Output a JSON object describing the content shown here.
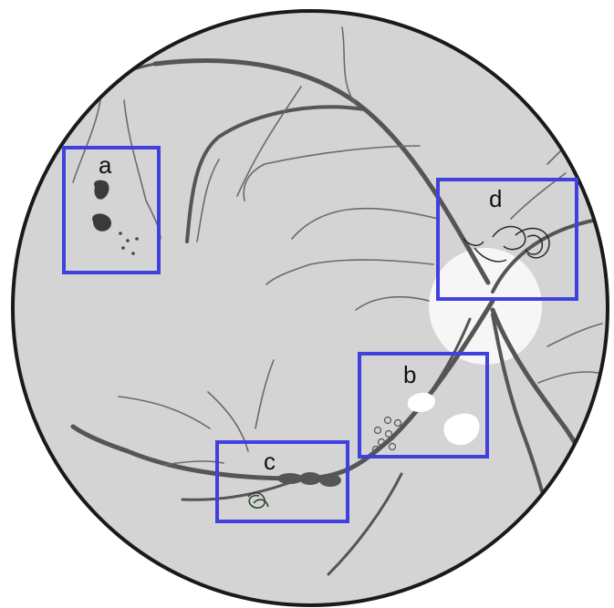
{
  "figure": {
    "panels": [
      {
        "key": "a",
        "label": "a"
      },
      {
        "key": "b",
        "label": "b"
      },
      {
        "key": "c",
        "label": "c"
      },
      {
        "key": "d",
        "label": "d"
      }
    ]
  },
  "colors": {
    "fundus_fill": "#d4d4d4",
    "fundus_outline": "#1a1a1a",
    "vessel": "#555555",
    "vessel_thin": "#6a6a6a",
    "optic_disc": "#f6f6f6",
    "exudate": "#ffffff",
    "hemorrhage": "#3a3a3a",
    "box_stroke": "#4040dd"
  }
}
